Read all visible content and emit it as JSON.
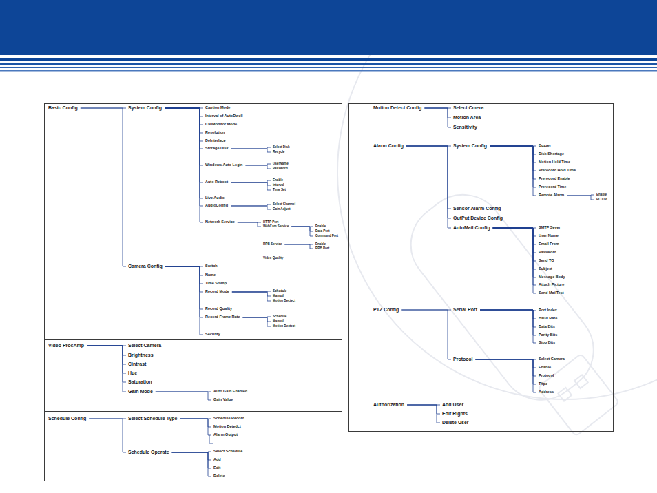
{
  "diagram": {
    "nodes": [
      {
        "text": [
          "Basic Config"
        ]
      },
      {
        "text": [
          "System Config"
        ]
      },
      {
        "text": [
          "Caption Mode"
        ]
      },
      {
        "text": [
          "Interval of AutoDwell"
        ]
      },
      {
        "text": [
          "CallMonitor Mode"
        ]
      },
      {
        "text": [
          "Resolution"
        ]
      },
      {
        "text": [
          "DeInterlace"
        ]
      },
      {
        "text": [
          "Storage Disk"
        ]
      },
      {
        "text": [
          "Select Disk"
        ]
      },
      {
        "text": [
          "Recycle"
        ]
      },
      {
        "text": [
          "Windows Auto Login"
        ]
      },
      {
        "text": [
          "UserName"
        ]
      },
      {
        "text": [
          "Password"
        ]
      },
      {
        "text": [
          "Auto Reboot"
        ]
      },
      {
        "text": [
          "Enable"
        ]
      },
      {
        "text": [
          "Interval"
        ]
      },
      {
        "text": [
          "Time Set"
        ]
      },
      {
        "text": [
          "Live Audio"
        ]
      },
      {
        "text": [
          "AudioConfig"
        ]
      },
      {
        "text": [
          "Select Channel"
        ]
      },
      {
        "text": [
          "Gain Adjust"
        ]
      },
      {
        "text": [
          "Network Service"
        ]
      },
      {
        "text": [
          "HTTP Port"
        ]
      },
      {
        "text": [
          "WebCam Service"
        ]
      },
      {
        "text": [
          "Enable"
        ]
      },
      {
        "text": [
          "Data Port"
        ]
      },
      {
        "text": [
          "Command Port"
        ]
      },
      {
        "text": [
          "RPB Service"
        ]
      },
      {
        "text": [
          "Enable"
        ]
      },
      {
        "text": [
          "RPB Port"
        ]
      },
      {
        "text": [
          "Video Quality"
        ]
      },
      {
        "text": [
          "Camera Config"
        ]
      },
      {
        "text": [
          "Switch"
        ]
      },
      {
        "text": [
          "Name"
        ]
      },
      {
        "text": [
          "Time Stamp"
        ]
      },
      {
        "text": [
          "Record Mode"
        ]
      },
      {
        "text": [
          "Schedule"
        ]
      },
      {
        "text": [
          "Manual"
        ]
      },
      {
        "text": [
          "Motion Dectect"
        ]
      },
      {
        "text": [
          "Record Quality"
        ]
      },
      {
        "text": [
          "Record Frame Rate"
        ]
      },
      {
        "text": [
          "Schedule"
        ]
      },
      {
        "text": [
          "Manual"
        ]
      },
      {
        "text": [
          "Motion Dectect"
        ]
      },
      {
        "text": [
          "Security"
        ]
      },
      {
        "text": [
          "Video ProcAmp"
        ]
      },
      {
        "text": [
          "Select Camera"
        ]
      },
      {
        "text": [
          "Brightness"
        ]
      },
      {
        "text": [
          "Cintrast"
        ]
      },
      {
        "text": [
          "Hue"
        ]
      },
      {
        "text": [
          "Saturation"
        ]
      },
      {
        "text": [
          "Gain Mode"
        ]
      },
      {
        "text": [
          "Auto Gain Enabled"
        ]
      },
      {
        "text": [
          "Gain Value"
        ]
      },
      {
        "text": [
          "Schedule Config"
        ]
      },
      {
        "text": [
          "Select Schedule Type"
        ]
      },
      {
        "text": [
          "Schedule Record"
        ]
      },
      {
        "text": [
          "Motion Detedct"
        ]
      },
      {
        "text": [
          "Alarm Output"
        ]
      },
      {
        "text": [
          "Schedule Operate"
        ]
      },
      {
        "text": [
          "Select Schedule"
        ]
      },
      {
        "text": [
          "Add"
        ]
      },
      {
        "text": [
          "Edit"
        ]
      },
      {
        "text": [
          "Delete"
        ]
      },
      {
        "text": [
          "Motion Detect Config"
        ]
      },
      {
        "text": [
          "Select Cmera"
        ]
      },
      {
        "text": [
          "Motion Area"
        ]
      },
      {
        "text": [
          "Sensitivity"
        ]
      },
      {
        "text": [
          "Alarm Config"
        ]
      },
      {
        "text": [
          "System Config"
        ]
      },
      {
        "text": [
          "Buzzer"
        ]
      },
      {
        "text": [
          "Disk Shortage"
        ]
      },
      {
        "text": [
          "Motion Hold Time"
        ]
      },
      {
        "text": [
          "Prerecord Hold Time"
        ]
      },
      {
        "text": [
          "Prerecord Enable"
        ]
      },
      {
        "text": [
          "Prerecord Time"
        ]
      },
      {
        "text": [
          "Remote Alarm"
        ]
      },
      {
        "text": [
          "Enable"
        ]
      },
      {
        "text": [
          "PC List"
        ]
      },
      {
        "text": [
          "Sensor Alarm Config"
        ]
      },
      {
        "text": [
          "OutPut Device Config"
        ]
      },
      {
        "text": [
          "AutoMail Config"
        ]
      },
      {
        "text": [
          "SMTP Sever"
        ]
      },
      {
        "text": [
          "User Name"
        ]
      },
      {
        "text": [
          "Email From"
        ]
      },
      {
        "text": [
          "Password"
        ]
      },
      {
        "text": [
          "Send TO"
        ]
      },
      {
        "text": [
          "Subject"
        ]
      },
      {
        "text": [
          "Message Body"
        ]
      },
      {
        "text": [
          "Attach Picture"
        ]
      },
      {
        "text": [
          "Send MailTest"
        ]
      },
      {
        "text": [
          "PTZ Config"
        ]
      },
      {
        "text": [
          "Serial Port"
        ]
      },
      {
        "text": [
          "Port Index"
        ]
      },
      {
        "text": [
          "Baud Rate"
        ]
      },
      {
        "text": [
          "Data Bits"
        ]
      },
      {
        "text": [
          "Parity Bits"
        ]
      },
      {
        "text": [
          "Stop Bits"
        ]
      },
      {
        "text": [
          "Protocol"
        ]
      },
      {
        "text": [
          "Select Camera"
        ]
      },
      {
        "text": [
          "Enable"
        ]
      },
      {
        "text": [
          "Protocol"
        ]
      },
      {
        "text": [
          "TYpe"
        ]
      },
      {
        "text": [
          "Address"
        ]
      },
      {
        "text": [
          "Authorization"
        ]
      },
      {
        "text": [
          "Add User"
        ]
      },
      {
        "text": [
          "Edit Rights"
        ]
      },
      {
        "text": [
          "Delete User"
        ]
      }
    ],
    "edges": [
      {
        "from": 0,
        "to": 1,
        "arrow": "none"
      },
      {
        "from": 0,
        "to": 31,
        "arrow": "none"
      },
      {
        "from": 1,
        "to": 2,
        "arrow": "none"
      },
      {
        "from": 1,
        "to": 3,
        "arrow": "none"
      },
      {
        "from": 1,
        "to": 4,
        "arrow": "none"
      },
      {
        "from": 1,
        "to": 5,
        "arrow": "none"
      },
      {
        "from": 1,
        "to": 6,
        "arrow": "none"
      },
      {
        "from": 1,
        "to": 7,
        "arrow": "none"
      },
      {
        "from": 1,
        "to": 10,
        "arrow": "none"
      },
      {
        "from": 1,
        "to": 13,
        "arrow": "none"
      },
      {
        "from": 1,
        "to": 17,
        "arrow": "none"
      },
      {
        "from": 1,
        "to": 18,
        "arrow": "none"
      },
      {
        "from": 1,
        "to": 21,
        "arrow": "none"
      },
      {
        "from": 7,
        "to": 8,
        "arrow": "none"
      },
      {
        "from": 7,
        "to": 9,
        "arrow": "none"
      },
      {
        "from": 10,
        "to": 11,
        "arrow": "none"
      },
      {
        "from": 10,
        "to": 12,
        "arrow": "none"
      },
      {
        "from": 13,
        "to": 14,
        "arrow": "none"
      },
      {
        "from": 13,
        "to": 15,
        "arrow": "none"
      },
      {
        "from": 13,
        "to": 16,
        "arrow": "none"
      },
      {
        "from": 18,
        "to": 19,
        "arrow": "none"
      },
      {
        "from": 18,
        "to": 20,
        "arrow": "none"
      },
      {
        "from": 21,
        "to": 22,
        "arrow": "none"
      },
      {
        "from": 21,
        "to": 23,
        "arrow": "none"
      },
      {
        "from": 23,
        "to": 24,
        "arrow": "none"
      },
      {
        "from": 23,
        "to": 25,
        "arrow": "none"
      },
      {
        "from": 23,
        "to": 26,
        "arrow": "none"
      },
      {
        "from": 27,
        "to": 28,
        "arrow": "none"
      },
      {
        "from": 27,
        "to": 29,
        "arrow": "none"
      },
      {
        "from": 31,
        "to": 32,
        "arrow": "none"
      },
      {
        "from": 31,
        "to": 33,
        "arrow": "none"
      },
      {
        "from": 31,
        "to": 34,
        "arrow": "none"
      },
      {
        "from": 31,
        "to": 35,
        "arrow": "none"
      },
      {
        "from": 31,
        "to": 39,
        "arrow": "none"
      },
      {
        "from": 31,
        "to": 40,
        "arrow": "none"
      },
      {
        "from": 31,
        "to": 44,
        "arrow": "none"
      },
      {
        "from": 35,
        "to": 36,
        "arrow": "none"
      },
      {
        "from": 35,
        "to": 37,
        "arrow": "none"
      },
      {
        "from": 35,
        "to": 38,
        "arrow": "none"
      },
      {
        "from": 40,
        "to": 41,
        "arrow": "none"
      },
      {
        "from": 40,
        "to": 42,
        "arrow": "none"
      },
      {
        "from": 40,
        "to": 43,
        "arrow": "none"
      },
      {
        "from": 45,
        "to": 46,
        "arrow": "none"
      },
      {
        "from": 45,
        "to": 47,
        "arrow": "none"
      },
      {
        "from": 45,
        "to": 48,
        "arrow": "none"
      },
      {
        "from": 45,
        "to": 49,
        "arrow": "none"
      },
      {
        "from": 45,
        "to": 50,
        "arrow": "none"
      },
      {
        "from": 45,
        "to": 51,
        "arrow": "none"
      },
      {
        "from": 51,
        "to": 52,
        "arrow": "none"
      },
      {
        "from": 51,
        "to": 53,
        "arrow": "none"
      },
      {
        "from": 54,
        "to": 55,
        "arrow": "none"
      },
      {
        "from": 54,
        "to": 59,
        "arrow": "none"
      },
      {
        "from": 55,
        "to": 56,
        "arrow": "none"
      },
      {
        "from": 55,
        "to": 57,
        "arrow": "none"
      },
      {
        "from": 55,
        "to": 58,
        "arrow": "none"
      },
      {
        "from": 59,
        "to": 60,
        "arrow": "none"
      },
      {
        "from": 59,
        "to": 61,
        "arrow": "none"
      },
      {
        "from": 59,
        "to": 62,
        "arrow": "none"
      },
      {
        "from": 59,
        "to": 63,
        "arrow": "none"
      },
      {
        "from": 64,
        "to": 65,
        "arrow": "none"
      },
      {
        "from": 64,
        "to": 66,
        "arrow": "none"
      },
      {
        "from": 64,
        "to": 67,
        "arrow": "none"
      },
      {
        "from": 68,
        "to": 69,
        "arrow": "none"
      },
      {
        "from": 68,
        "to": 79,
        "arrow": "none"
      },
      {
        "from": 68,
        "to": 80,
        "arrow": "none"
      },
      {
        "from": 68,
        "to": 81,
        "arrow": "none"
      },
      {
        "from": 69,
        "to": 70,
        "arrow": "none"
      },
      {
        "from": 69,
        "to": 71,
        "arrow": "none"
      },
      {
        "from": 69,
        "to": 72,
        "arrow": "none"
      },
      {
        "from": 69,
        "to": 73,
        "arrow": "none"
      },
      {
        "from": 69,
        "to": 74,
        "arrow": "none"
      },
      {
        "from": 69,
        "to": 75,
        "arrow": "none"
      },
      {
        "from": 69,
        "to": 76,
        "arrow": "none"
      },
      {
        "from": 76,
        "to": 77,
        "arrow": "none"
      },
      {
        "from": 76,
        "to": 78,
        "arrow": "none"
      },
      {
        "from": 81,
        "to": 82,
        "arrow": "none"
      },
      {
        "from": 81,
        "to": 83,
        "arrow": "none"
      },
      {
        "from": 81,
        "to": 84,
        "arrow": "none"
      },
      {
        "from": 81,
        "to": 85,
        "arrow": "none"
      },
      {
        "from": 81,
        "to": 86,
        "arrow": "none"
      },
      {
        "from": 81,
        "to": 87,
        "arrow": "none"
      },
      {
        "from": 81,
        "to": 88,
        "arrow": "none"
      },
      {
        "from": 81,
        "to": 89,
        "arrow": "none"
      },
      {
        "from": 81,
        "to": 90,
        "arrow": "none"
      },
      {
        "from": 91,
        "to": 92,
        "arrow": "none"
      },
      {
        "from": 91,
        "to": 98,
        "arrow": "none"
      },
      {
        "from": 92,
        "to": 93,
        "arrow": "none"
      },
      {
        "from": 92,
        "to": 94,
        "arrow": "none"
      },
      {
        "from": 92,
        "to": 95,
        "arrow": "none"
      },
      {
        "from": 92,
        "to": 96,
        "arrow": "none"
      },
      {
        "from": 92,
        "to": 97,
        "arrow": "none"
      },
      {
        "from": 98,
        "to": 99,
        "arrow": "none"
      },
      {
        "from": 98,
        "to": 100,
        "arrow": "none"
      },
      {
        "from": 98,
        "to": 101,
        "arrow": "none"
      },
      {
        "from": 98,
        "to": 102,
        "arrow": "none"
      },
      {
        "from": 98,
        "to": 103,
        "arrow": "none"
      },
      {
        "from": 104,
        "to": 105,
        "arrow": "none"
      },
      {
        "from": 104,
        "to": 106,
        "arrow": "none"
      },
      {
        "from": 104,
        "to": 107,
        "arrow": "none"
      }
    ]
  }
}
